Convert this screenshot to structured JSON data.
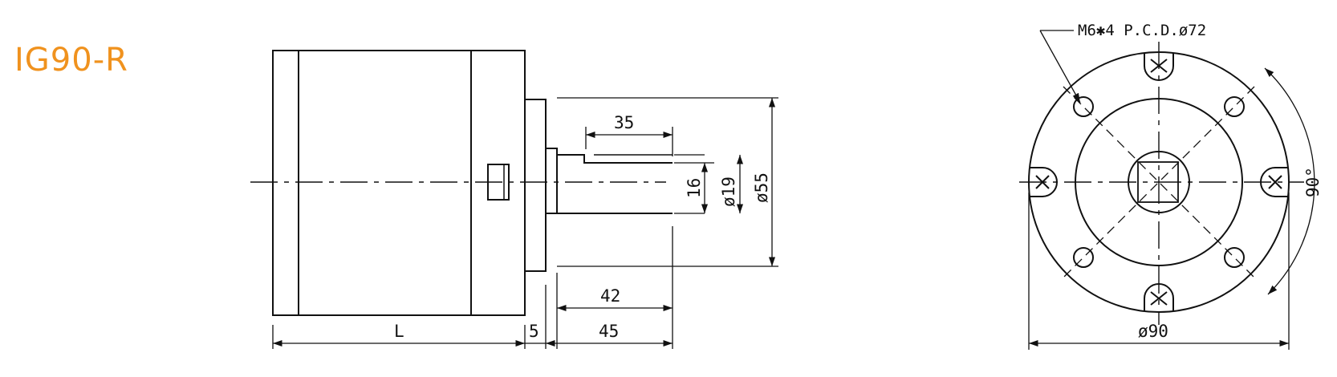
{
  "title": "IG90-R",
  "colors": {
    "title": "#f0921e",
    "line": "#111111"
  },
  "side_view": {
    "dim_35": "35",
    "dim_16": "16",
    "dim_19": "ø19",
    "dim_55": "ø55",
    "dim_42": "42",
    "dim_L": "L",
    "dim_5": "5",
    "dim_45": "45"
  },
  "front_view": {
    "callout": "M6✱4  P.C.D.ø72",
    "dim_90": "ø90",
    "angle": "90°"
  }
}
